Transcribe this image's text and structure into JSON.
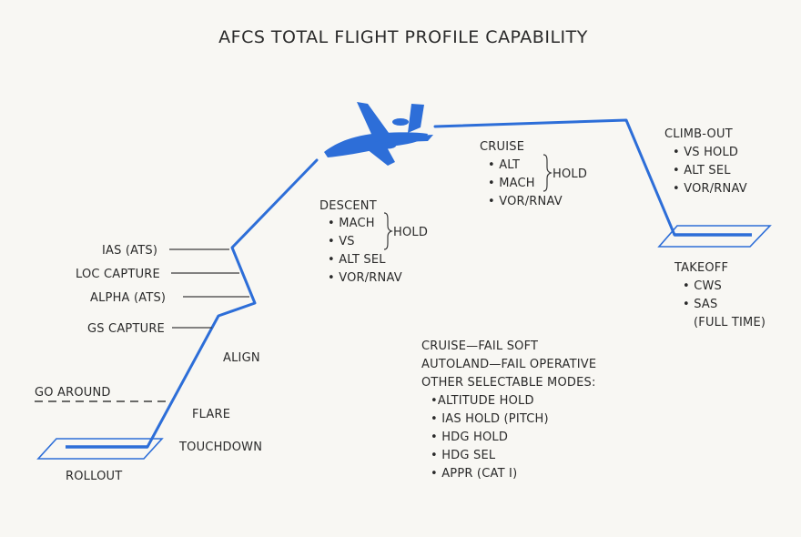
{
  "title": "AFCS TOTAL FLIGHT PROFILE CAPABILITY",
  "colors": {
    "flight_path": "#2d6ed8",
    "text": "#2a2a2a",
    "background": "#f8f7f3"
  },
  "icons": {
    "aircraft": "airplane-icon"
  },
  "approach_labels": {
    "ias_ats": "IAS (ATS)",
    "loc_capture": "LOC CAPTURE",
    "alpha_ats": "ALPHA (ATS)",
    "gs_capture": "GS CAPTURE",
    "align": "ALIGN",
    "go_around": "GO AROUND",
    "flare": "FLARE",
    "touchdown": "TOUCHDOWN",
    "rollout": "ROLLOUT"
  },
  "descent": {
    "heading": "DESCENT",
    "items": [
      "• MACH",
      "• VS",
      "• ALT SEL",
      "• VOR/RNAV"
    ],
    "hold_label": "HOLD"
  },
  "cruise": {
    "heading": "CRUISE",
    "items": [
      "• ALT",
      "• MACH",
      "• VOR/RNAV"
    ],
    "hold_label": "HOLD"
  },
  "climb_out": {
    "heading": "CLIMB-OUT",
    "items": [
      "• VS HOLD",
      "• ALT SEL",
      "• VOR/RNAV"
    ]
  },
  "takeoff": {
    "heading": "TAKEOFF",
    "items": [
      "• CWS",
      "• SAS",
      "(FULL TIME)"
    ]
  },
  "modes": {
    "lines": [
      "CRUISE—FAIL SOFT",
      "AUTOLAND—FAIL OPERATIVE",
      "OTHER SELECTABLE MODES:"
    ],
    "items": [
      "•ALTITUDE HOLD",
      "• IAS HOLD (PITCH)",
      "• HDG HOLD",
      "• HDG SEL",
      "• APPR (CAT I)"
    ]
  }
}
